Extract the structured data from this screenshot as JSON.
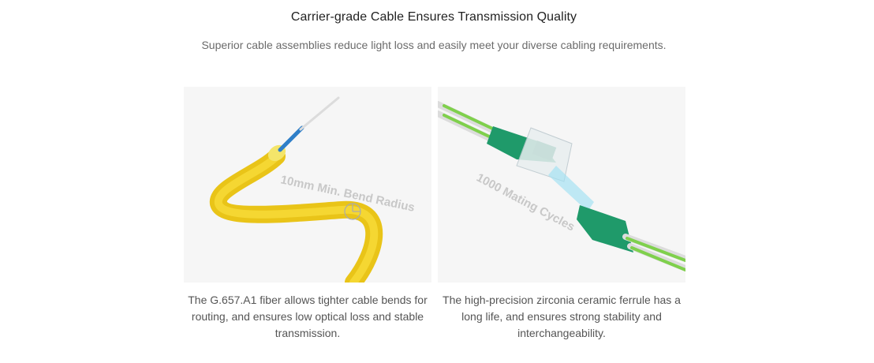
{
  "header": {
    "title": "Carrier-grade Cable Ensures Transmission Quality",
    "subtitle": "Superior cable assemblies reduce light loss and easily meet your diverse cabling requirements."
  },
  "cards": [
    {
      "image_label": "10mm Min. Bend Radius",
      "caption": "The G.657.A1 fiber allows tighter cable bends for routing, and ensures low optical loss and stable transmission.",
      "colors": {
        "jacket": "#f2cf1a",
        "core": "#2f7fc8"
      }
    },
    {
      "image_label": "1000 Mating Cycles",
      "caption": "The high-precision zirconia ceramic ferrule has a long life, and ensures strong stability and interchangeability.",
      "colors": {
        "connector": "#1f9a6a",
        "cable": "#7fd04c"
      }
    }
  ]
}
